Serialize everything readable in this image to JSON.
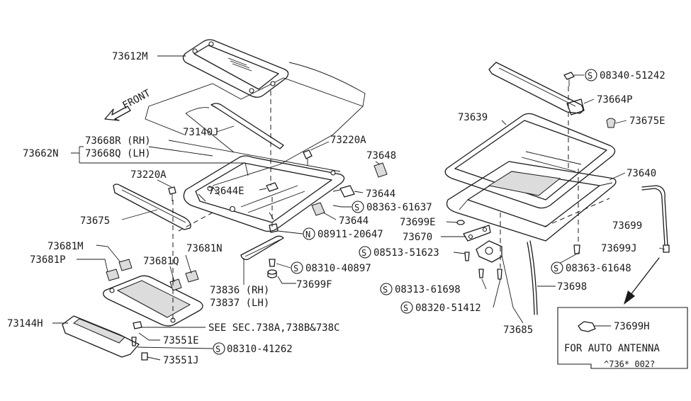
{
  "labels": {
    "p73612M": "73612M",
    "front": "FRONT",
    "p73140J": "73140J",
    "p73668R": "73668R (RH)",
    "p73668Q": "73668Q (LH)",
    "p73662N": "73662N",
    "p73220A_top": "73220A",
    "p73220A_left": "73220A",
    "p73648": "73648",
    "p73644E": "73644E",
    "p73644_a": "73644",
    "p08363_61637": "08363-61637",
    "p73644_b": "73644",
    "p73675": "73675",
    "p08911_20647": "08911-20647",
    "p73681M": "73681M",
    "p73681N": "73681N",
    "p73681P": "73681P",
    "p73681Q": "73681Q",
    "p08310_40897": "08310-40897",
    "p73699F": "73699F",
    "p73836": "73836 (RH)",
    "p73837": "73837 (LH)",
    "p73144H": "73144H",
    "see_sec": "SEE SEC.738A,738B&738C",
    "p73551E": "73551E",
    "p08310_41262": "08310-41262",
    "p73551J": "73551J",
    "p08340_51242": "08340-51242",
    "p73664P": "73664P",
    "p73639": "73639",
    "p73675E": "73675E",
    "p73640": "73640",
    "p73699E": "73699E",
    "p73670": "73670",
    "p08513_51623": "08513-51623",
    "p73699": "73699",
    "p73699J": "73699J",
    "p08363_61648": "08363-61648",
    "p73698": "73698",
    "p08313_61698": "08313-61698",
    "p08320_51412": "08320-51412",
    "p73685": "73685",
    "p73699H": "73699H",
    "auto_antenna": "FOR AUTO ANTENNA",
    "diagram_code": "^736* 002?"
  },
  "symbols": {
    "screw": "S",
    "nut": "N"
  }
}
